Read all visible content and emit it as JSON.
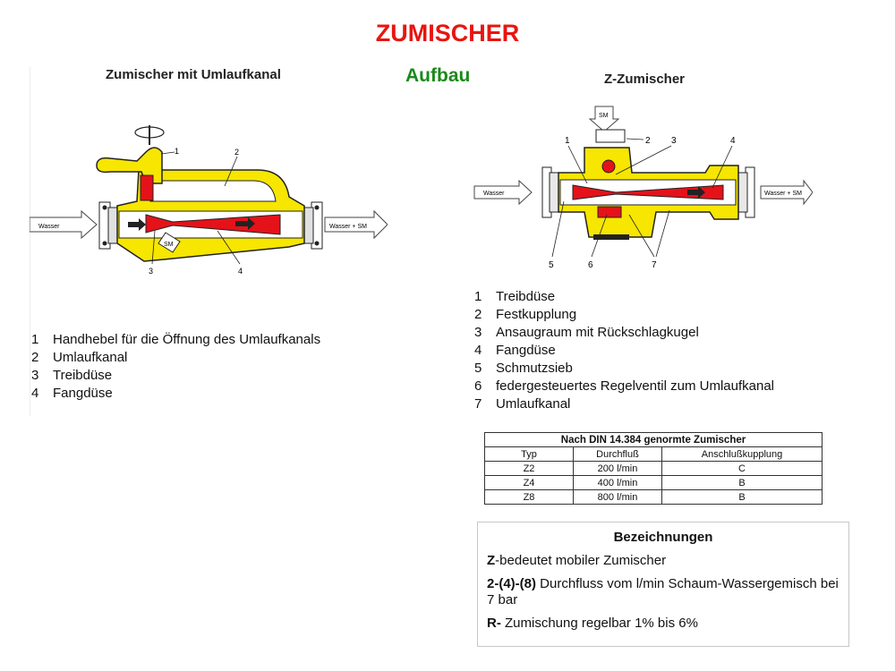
{
  "title": "ZUMISCHER",
  "section_heading": "Aufbau",
  "left_figure": {
    "title": "Zumischer mit Umlaufkanal",
    "labels": {
      "in": "Wasser",
      "out": "Wasser + SM",
      "sm": "SM",
      "n1": "1",
      "n2": "2",
      "n3": "3",
      "n4": "4"
    },
    "legend": [
      {
        "num": "1",
        "text": "Handhebel für die Öffnung des Umlaufkanals"
      },
      {
        "num": "2",
        "text": "Umlaufkanal"
      },
      {
        "num": "3",
        "text": "Treibdüse"
      },
      {
        "num": "4",
        "text": "Fangdüse"
      }
    ]
  },
  "right_figure": {
    "title": "Z-Zumischer",
    "labels": {
      "in": "Wasser",
      "out": "Wasser + SM",
      "sm": "SM",
      "n1": "1",
      "n2": "2",
      "n3": "3",
      "n4": "4",
      "n5": "5",
      "n6": "6",
      "n7": "7"
    },
    "legend": [
      {
        "num": "1",
        "text": "Treibdüse"
      },
      {
        "num": "2",
        "text": "Festkupplung"
      },
      {
        "num": "3",
        "text": "Ansaugraum mit Rückschlagkugel"
      },
      {
        "num": "4",
        "text": "Fangdüse"
      },
      {
        "num": "5",
        "text": "Schmutzsieb"
      },
      {
        "num": "6",
        "text": "federgesteuertes Regelventil zum Umlaufkanal"
      },
      {
        "num": "7",
        "text": "Umlaufkanal"
      }
    ]
  },
  "din_table": {
    "caption": "Nach DIN 14.384 genormte Zumischer",
    "headers": [
      "Typ",
      "Durchfluß",
      "Anschlußkupplung"
    ],
    "rows": [
      [
        "Z2",
        "200 l/min",
        "C"
      ],
      [
        "Z4",
        "400 l/min",
        "B"
      ],
      [
        "Z8",
        "800 l/min",
        "B"
      ]
    ]
  },
  "bezeichnungen": {
    "heading": "Bezeichnungen",
    "lines": [
      {
        "bold": "Z",
        "text": "-bedeutet mobiler Zumischer"
      },
      {
        "bold": "2-(4)-(8)",
        "text": " Durchfluss vom l/min Schaum-Wassergemisch bei 7 bar"
      },
      {
        "bold": "R-",
        "text": " Zumischung regelbar 1% bis 6%"
      }
    ]
  },
  "colors": {
    "title": "#e8150f",
    "heading": "#1a8a1a",
    "body_yellow": "#f6e600",
    "nozzle_red": "#e5121a"
  }
}
